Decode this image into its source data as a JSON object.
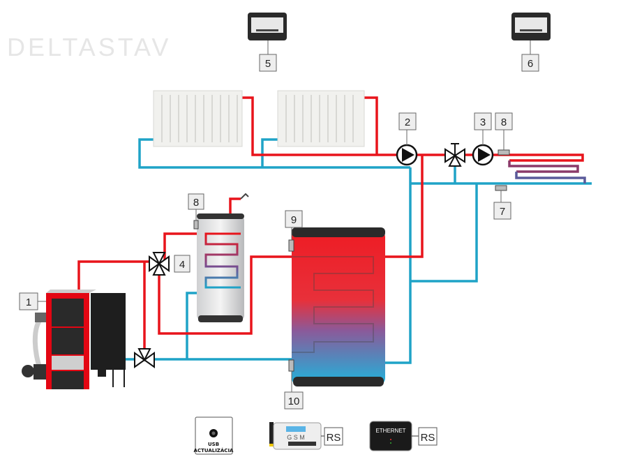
{
  "colors": {
    "supply": "#e8141b",
    "return": "#1fa3c7",
    "boiler": "#e30613",
    "dark": "#222222"
  },
  "watermark": "DELTASTAV",
  "labels": {
    "l1": "1",
    "l2": "2",
    "l3": "3",
    "l4": "4",
    "l5": "5",
    "l6": "6",
    "l7": "7",
    "l8a": "8",
    "l8b": "8",
    "l9": "9",
    "l10": "10"
  },
  "modules": {
    "usb_line1": "USB",
    "usb_line2": "ACTUALIZÁCIA",
    "gsm": "G S M",
    "gsm_rs": "RS",
    "ethernet": "ETHERNET",
    "ethernet_rs": "RS"
  }
}
